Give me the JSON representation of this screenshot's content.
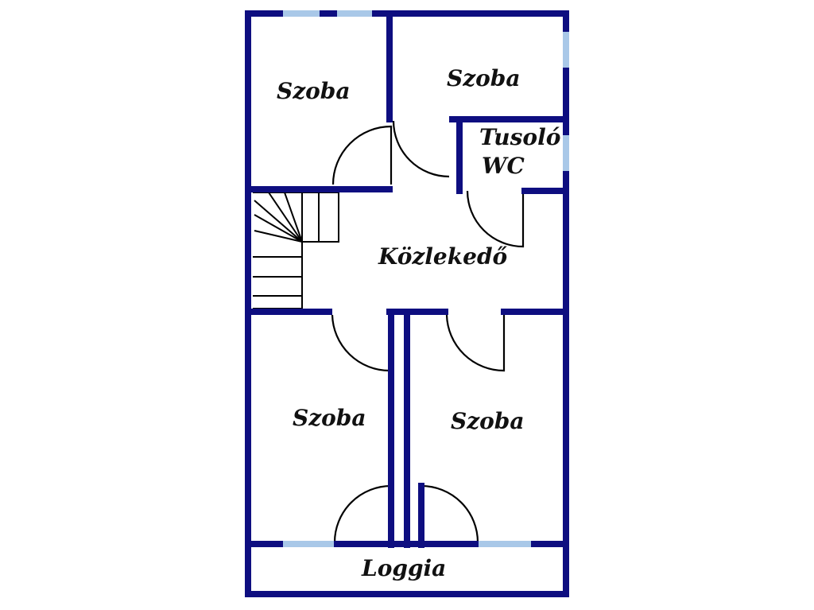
{
  "colors": {
    "wall": "#0e0e80",
    "window": "#a9c8e8",
    "door": "#000000",
    "background": "#ffffff"
  },
  "rooms": {
    "top_left": "Szoba",
    "top_right": "Szoba",
    "shower": "Tusoló",
    "wc": "WC",
    "corridor": "Közlekedő",
    "bottom_left": "Szoba",
    "bottom_right": "Szoba",
    "loggia": "Loggia"
  }
}
